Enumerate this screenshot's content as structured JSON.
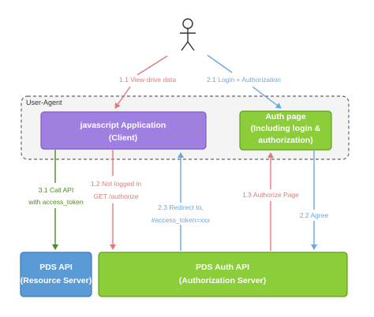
{
  "actor": {
    "icon": "stick-figure-user-icon"
  },
  "container": {
    "label": "User-Agent"
  },
  "boxes": {
    "client": {
      "line1": "javascript Application",
      "line2": "(Client)",
      "color": "#9f7fe0",
      "border": "#7d5bc6"
    },
    "auth_page": {
      "line1": "Auth page",
      "line2": "(Including login &",
      "line3": "authorization)",
      "color": "#8ccd3a",
      "border": "#5f9e1c"
    },
    "pds_api": {
      "line1": "PDS API",
      "line2": "(Resource Server)",
      "color": "#5b9bd5",
      "border": "#3a7bbf"
    },
    "pds_auth_api": {
      "line1": "PDS Auth API",
      "line2": "(Authorization Server)",
      "color": "#8ccd3a",
      "border": "#5f9e1c"
    }
  },
  "labels": {
    "l11": "1.1 View drive data",
    "l21": "2.1 Login + Authorization",
    "l31a": "3.1 Call API",
    "l31b": "with access_token",
    "l12a": "1.2 Not logged in",
    "l12b": "GET /authorize",
    "l23a": "2.3 Redirect to,",
    "l23b": "#access_token=xxx",
    "l13": "1.3 Authorize Page",
    "l22": "2.2 Agree"
  },
  "colors": {
    "red": "#e07a7a",
    "blue": "#6aa8df",
    "green": "#4d8a1f",
    "container_border": "#666666"
  }
}
